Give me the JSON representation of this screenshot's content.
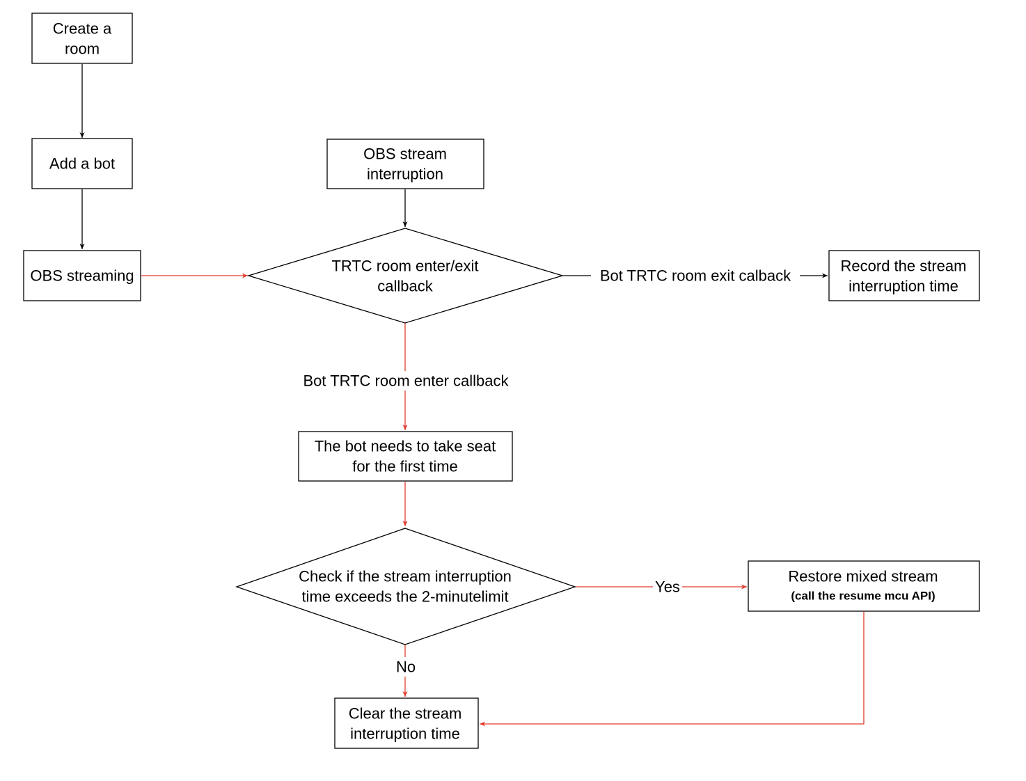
{
  "colors": {
    "black_edge": "#000000",
    "red_edge": "#e33a2c",
    "box_border": "#000000",
    "background": "#ffffff"
  },
  "nodes": {
    "create_room": {
      "lines": [
        "Create a",
        "room"
      ]
    },
    "add_bot": {
      "lines": [
        "Add a bot"
      ]
    },
    "obs_streaming": {
      "lines": [
        "OBS streaming"
      ]
    },
    "obs_interruption": {
      "lines": [
        "OBS stream",
        "interruption"
      ]
    },
    "trtc_callback": {
      "lines": [
        "TRTC room enter/exit",
        "callback"
      ]
    },
    "record_time": {
      "lines": [
        "Record the stream",
        "interruption time"
      ]
    },
    "take_seat": {
      "lines": [
        "The bot needs to take seat",
        "for the first time"
      ]
    },
    "check_limit": {
      "lines": [
        "Check if the stream interruption",
        "time exceeds the 2-minutelimit"
      ]
    },
    "restore_stream": {
      "lines": [
        "Restore mixed stream"
      ],
      "sub": "(call the resume mcu API)"
    },
    "clear_time": {
      "lines": [
        "Clear the stream",
        "interruption time"
      ]
    }
  },
  "edges": {
    "exit_callback": "Bot TRTC room exit calback",
    "enter_callback": "Bot TRTC room enter callback",
    "yes": "Yes",
    "no": "No"
  }
}
